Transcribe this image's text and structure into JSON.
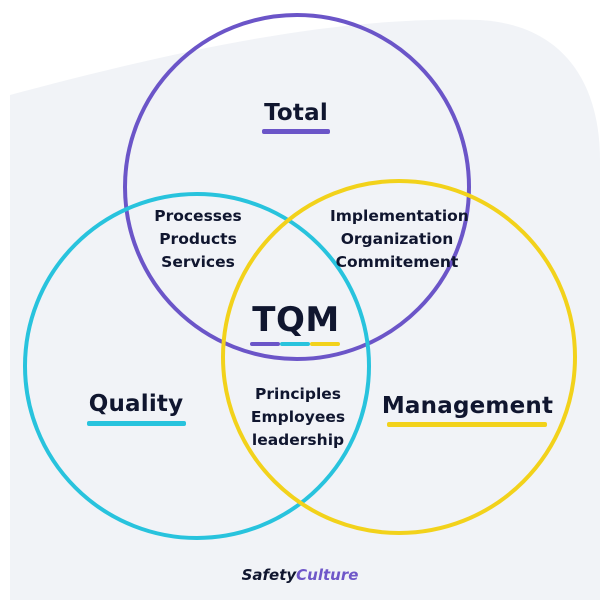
{
  "colors": {
    "total": "#6b55c8",
    "quality": "#28c3dd",
    "management": "#f2d21b",
    "text": "#10162f",
    "background_shape": "#f1f3f7"
  },
  "circles": {
    "total": {
      "title": "Total"
    },
    "quality": {
      "title": "Quality"
    },
    "management": {
      "title": "Management"
    }
  },
  "center": {
    "title": "TQM"
  },
  "overlaps": {
    "total_quality": [
      "Processes",
      "Products",
      "Services"
    ],
    "total_management": [
      "Implementation",
      "Organization",
      "Commitement"
    ],
    "quality_management": [
      "Principles",
      "Employees",
      "leadership"
    ]
  },
  "logo": {
    "text_part1": "Safety",
    "text_part2": "Culture"
  }
}
